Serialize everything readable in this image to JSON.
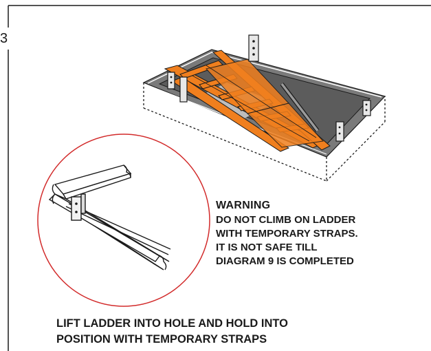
{
  "step": {
    "number": "3"
  },
  "warning": {
    "title": "WARNING",
    "lines": [
      "DO NOT CLIMB ON LADDER",
      "WITH TEMPORARY STRAPS.",
      "IT IS NOT SAFE TILL",
      "DIAGRAM 9 IS COMPLETED"
    ]
  },
  "instruction": {
    "lines": [
      "LIFT LADDER INTO HOLE AND HOLD INTO",
      "POSITION WITH TEMPORARY STRAPS"
    ]
  },
  "colors": {
    "ladder": "#f07f1e",
    "frame": "#6e6e6e",
    "detail_circle": "#d22a2a",
    "ink": "#1a1a1a"
  }
}
